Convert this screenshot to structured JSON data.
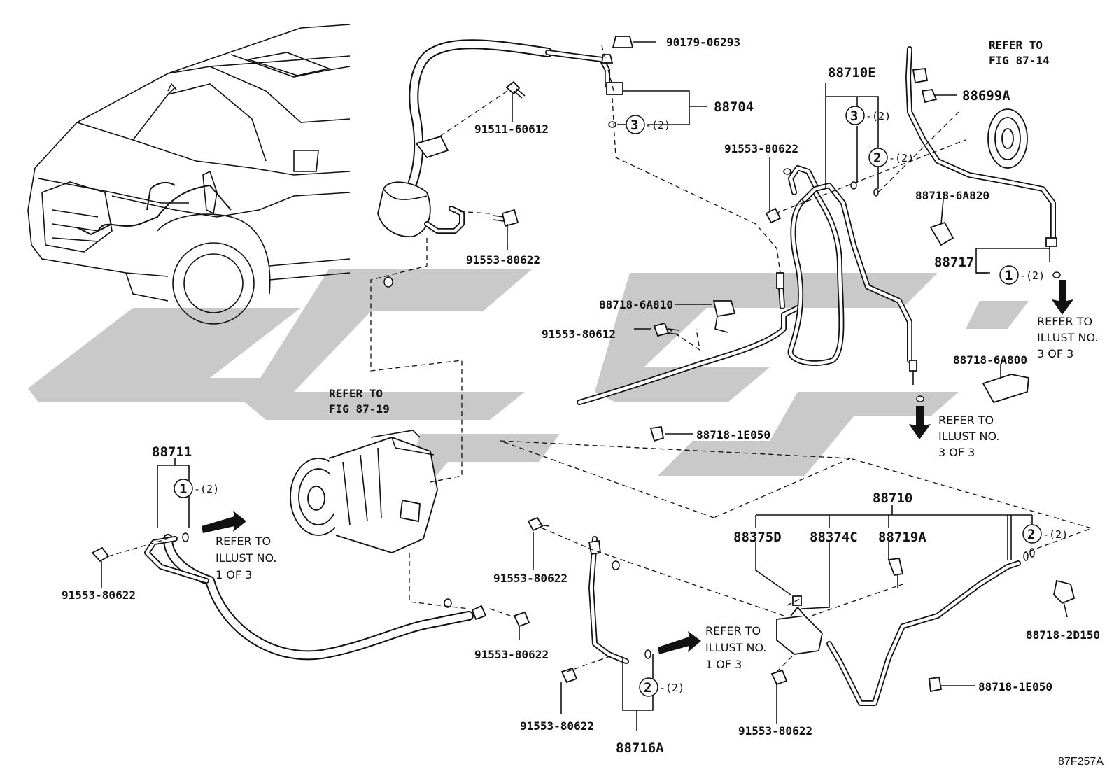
{
  "callouts": {
    "p90179": "90179-06293",
    "p88704": "88704",
    "p91511": "91511-60612",
    "p91553_top": "91553-80622",
    "p88710E": "88710E",
    "p91553_mid": "91553-80622",
    "p88699A": "88699A",
    "p88718_6A820": "88718-6A820",
    "p88717": "88717",
    "p88718_6A810": "88718-6A810",
    "p91553_80612": "91553-80612",
    "p88718_6A800": "88718-6A800",
    "p88718_1E050_mid": "88718-1E050",
    "p88711": "88711",
    "p91553_left": "91553-80622",
    "p91553_c1": "91553-80622",
    "p91553_c2": "91553-80622",
    "p91553_c3": "91553-80622",
    "p88716A": "88716A",
    "p88710": "88710",
    "p88375D": "88375D",
    "p88374C": "88374C",
    "p88719A": "88719A",
    "p91553_br": "91553-80622",
    "p88718_2D150": "88718-2D150",
    "p88718_1E050_br": "88718-1E050"
  },
  "refs": {
    "r1_l1": "REFER TO",
    "r1_l2": "FIG 87-14",
    "r2_l1": "REFER TO",
    "r2_l2": "FIG 87-19",
    "r3_l1": "REFER TO",
    "r3_l2": "ILLUST NO.",
    "r3_l3": "3 OF 3",
    "r4_l1": "REFER TO",
    "r4_l2": "ILLUST NO.",
    "r4_l3": "3 OF 3",
    "r5_l1": "REFER TO",
    "r5_l2": "ILLUST NO.",
    "r5_l3": "1 OF 3",
    "r6_l1": "REFER TO",
    "r6_l2": "ILLUST NO.",
    "r6_l3": "1 OF 3"
  },
  "keys": {
    "k1": "1",
    "k2": "2",
    "k3": "3"
  },
  "qty": "-(2)",
  "figure_code": "87F257A"
}
